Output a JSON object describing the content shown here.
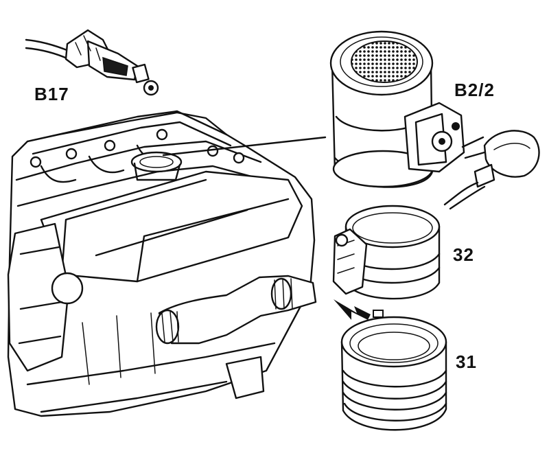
{
  "labels": {
    "sensor_b17": "B17",
    "maf_sensor": "B2/2",
    "clamp": "32",
    "seal_ring": "31"
  }
}
